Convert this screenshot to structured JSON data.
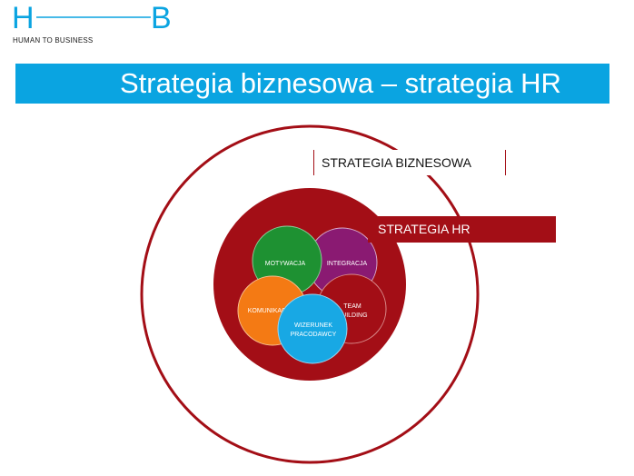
{
  "logo": {
    "left_letter": "H",
    "right_letter": "B",
    "tagline": "HUMAN TO BUSINESS"
  },
  "title": "Strategia biznesowa – strategia HR",
  "outer_label": "STRATEGIA BIZNESOWA",
  "inner_label": "STRATEGIA HR",
  "nodes": [
    {
      "id": "integracja",
      "line1": "INTEGRACJA",
      "line2": "",
      "color": "#8a1a72"
    },
    {
      "id": "team",
      "line1": "TEAM",
      "line2": "BUILDING",
      "color": "#a30e16"
    },
    {
      "id": "motywacja",
      "line1": "MOTYWACJA",
      "line2": "",
      "color": "#1e9132"
    },
    {
      "id": "komunikacja",
      "line1": "KOMUNIKACJA",
      "line2": "",
      "color": "#f47a14"
    },
    {
      "id": "wizerunek",
      "line1": "WIZERUNEK",
      "line2": "PRACODAWCY",
      "color": "#18a8e4"
    }
  ],
  "colors": {
    "accent_blue": "#0aa4e1",
    "strategy_red": "#a30e16"
  }
}
